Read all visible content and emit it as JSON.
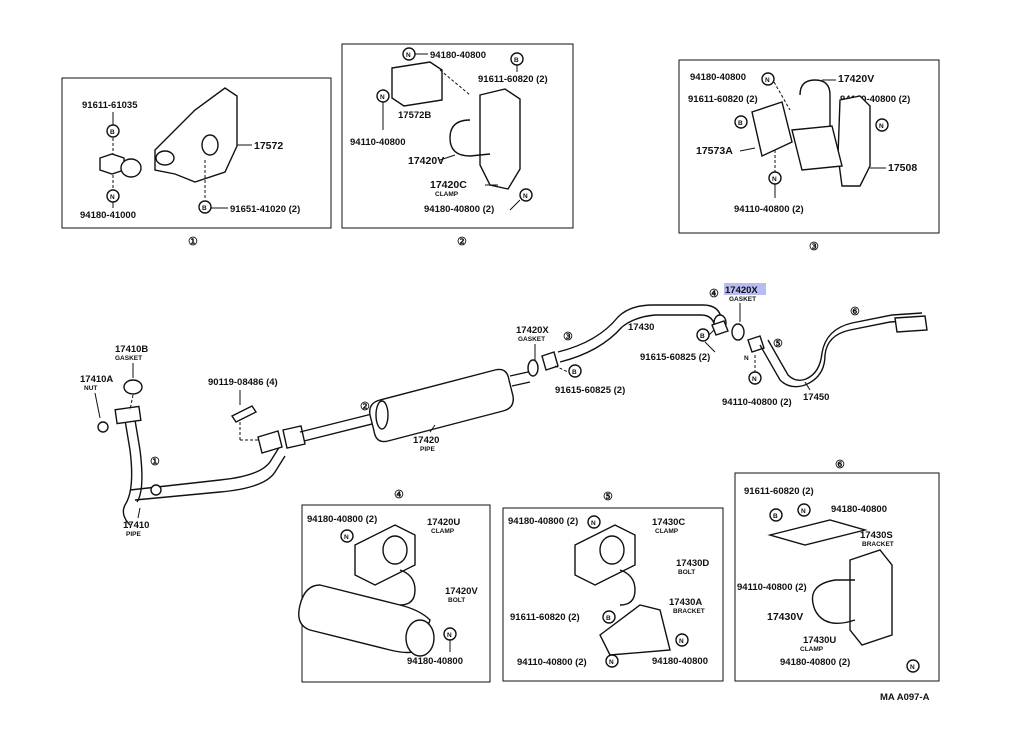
{
  "diagram_id": "MA A097-A",
  "highlight_part": "17420X",
  "marker_letters": {
    "N": "N",
    "B": "B"
  },
  "callout_numbers": [
    "①",
    "②",
    "③",
    "④",
    "⑤",
    "⑥"
  ],
  "boxes": {
    "b1": {
      "label": "①",
      "parts": {
        "p1": "91611-61035",
        "p2": "17572",
        "p3": "94180-41000",
        "p4": "91651-41020 (2)"
      }
    },
    "b2": {
      "label": "②",
      "parts": {
        "p1": "94180-40800",
        "p2": "91611-60820 (2)",
        "p3": "17572B",
        "p4": "94110-40800",
        "p5": "17420V",
        "p6": "17420C",
        "p6sub": "CLAMP",
        "p7": "94180-40800 (2)"
      }
    },
    "b3": {
      "label": "③",
      "parts": {
        "p1": "94180-40800",
        "p2": "17420V",
        "p3": "91611-60820 (2)",
        "p4": "94180-40800 (2)",
        "p5": "17573A",
        "p6": "17508",
        "p7": "94110-40800 (2)"
      }
    },
    "b4": {
      "label": "④",
      "parts": {
        "p1": "94180-40800 (2)",
        "p2": "17420U",
        "p2sub": "CLAMP",
        "p3": "17420V",
        "p3sub": "BOLT",
        "p4": "94180-40800"
      }
    },
    "b5": {
      "label": "⑤",
      "parts": {
        "p1": "94180-40800 (2)",
        "p2": "17430C",
        "p2sub": "CLAMP",
        "p3": "17430D",
        "p3sub": "BOLT",
        "p4": "91611-60820 (2)",
        "p5": "17430A",
        "p5sub": "BRACKET",
        "p6": "94110-40800 (2)",
        "p7": "94180-40800"
      }
    },
    "b6": {
      "label": "⑥",
      "parts": {
        "p1": "91611-60820 (2)",
        "p2": "94180-40800",
        "p3": "17430S",
        "p3sub": "BRACKET",
        "p4": "94110-40800 (2)",
        "p5": "17430V",
        "p6": "17430U",
        "p6sub": "CLAMP",
        "p7": "94180-40800 (2)"
      }
    }
  },
  "main": {
    "m17410B": "17410B",
    "m17410Bsub": "GASKET",
    "m17410A": "17410A",
    "m17410Asub": "NUT",
    "m90119": "90119-08486 (4)",
    "m17410": "17410",
    "m17410sub": "PIPE",
    "m17420": "17420",
    "m17420sub": "PIPE",
    "m17420Xa": "17420X",
    "m17420Xasub": "GASKET",
    "m91615a": "91615-60825 (2)",
    "m17430": "17430",
    "m17420Xb": "17420X",
    "m17420Xbsub": "GASKET",
    "m91615b": "91615-60825 (2)",
    "m94110": "94110-40800 (2)",
    "m17450": "17450"
  }
}
